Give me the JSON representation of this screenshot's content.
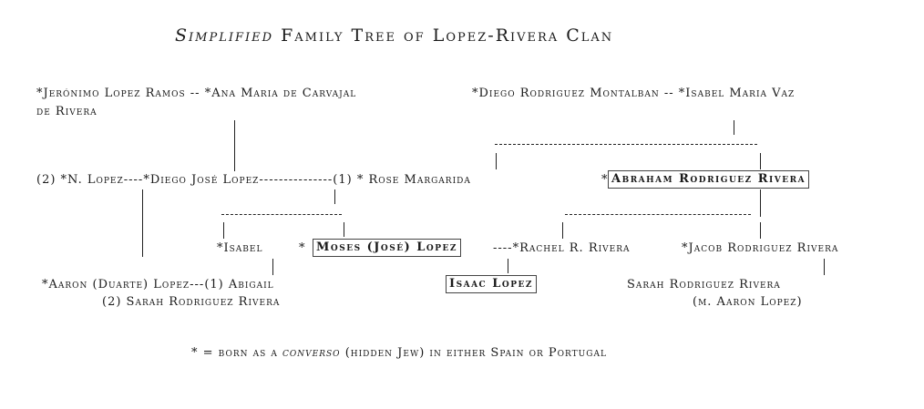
{
  "title_italic": "Simplified",
  "title_rest": " Family Tree of Lopez-Rivera Clan",
  "people": {
    "jeronimo_line1": "*Jerónimo Lopez Ramos -- *Ana Maria de Carvajal",
    "jeronimo_line2": "de Rivera",
    "diego_rm": "*Diego Rodriguez Montalban -- *Isabel Maria Vaz",
    "lopez_row": "(2) *N. Lopez----*Diego José Lopez---------------(1) * Rose Margarida",
    "abraham_star": "*",
    "abraham": "Abraham Rodriguez Rivera",
    "isabel": "*Isabel",
    "moses_star": "*",
    "moses": "Moses (José) Lopez",
    "rachel": "----*Rachel R. Rivera",
    "jacob": "*Jacob Rodriguez Rivera",
    "aaron_line1": "*Aaron (Duarte) Lopez---(1) Abigail",
    "aaron_line2": "(2) Sarah Rodriguez Rivera",
    "isaac": "Isaac Lopez",
    "sarah_line1": "Sarah Rodriguez Rivera",
    "sarah_line2": "(m. Aaron Lopez)"
  },
  "footnote_pre": "* = born as a ",
  "footnote_italic": "converso",
  "footnote_post": " (hidden Jew) in either Spain or Portugal"
}
